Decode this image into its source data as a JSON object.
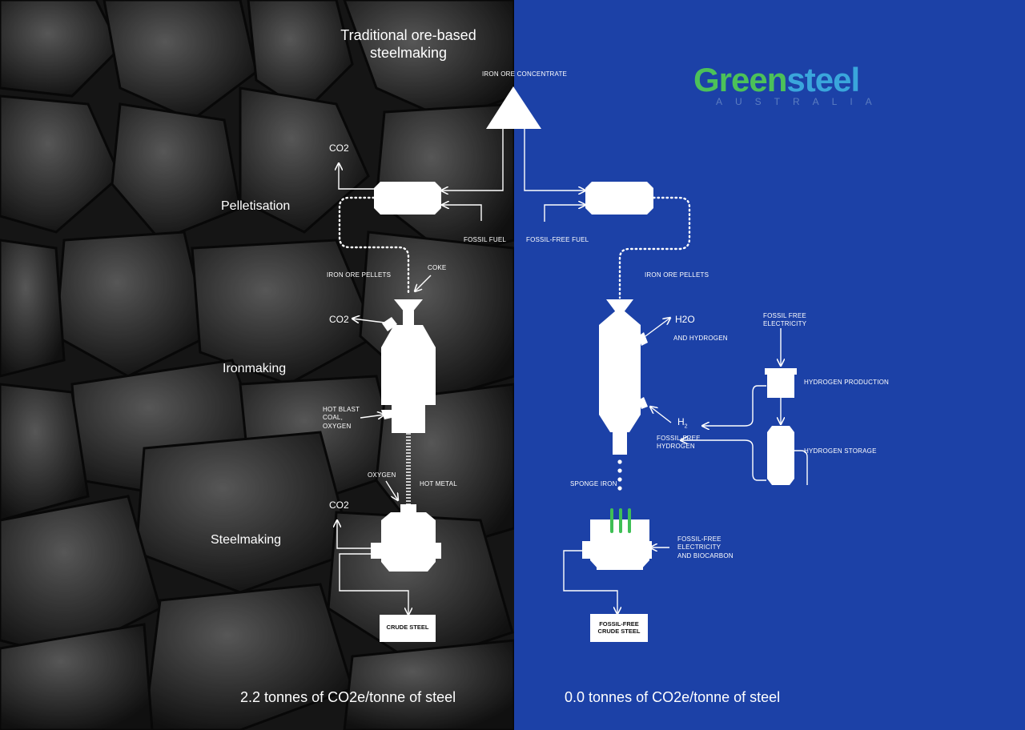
{
  "left_panel": {
    "title_line1": "Traditional ore-based",
    "title_line2": "steelmaking",
    "stage_pelletisation": "Pelletisation",
    "stage_ironmaking": "Ironmaking",
    "stage_steelmaking": "Steelmaking",
    "co2_pellet": "CO2",
    "co2_iron": "CO2",
    "co2_steel": "CO2",
    "fossil_fuel": "FOSSIL FUEL",
    "iron_ore_pellets": "IRON ORE PELLETS",
    "coke": "COKE",
    "hot_blast_1": "HOT BLAST",
    "hot_blast_2": "COAL,",
    "hot_blast_3": "OXYGEN",
    "oxygen": "OXYGEN",
    "hot_metal": "HOT METAL",
    "crude_steel": "CRUDE STEEL",
    "emissions": "2.2 tonnes of CO2e/tonne of steel"
  },
  "center": {
    "iron_ore_concentrate": "IRON ORE CONCENTRATE"
  },
  "right_panel": {
    "logo_green": "Green",
    "logo_steel": "steel",
    "logo_sub": "AUSTRALIA",
    "fossil_free_fuel": "FOSSIL-FREE FUEL",
    "iron_ore_pellets": "IRON ORE PELLETS",
    "h2o": "H2O",
    "and_hydrogen": "AND HYDROGEN",
    "fossil_free_electricity_1": "FOSSIL FREE",
    "fossil_free_electricity_2": "ELECTRICITY",
    "hydrogen_production": "HYDROGEN PRODUCTION",
    "hydrogen_storage": "HYDROGEN STORAGE",
    "h2_main": "H",
    "h2_sub": "2",
    "fossil_free_hydrogen_1": "FOSSIL-FREE",
    "fossil_free_hydrogen_2": "HYDROGEN",
    "sponge_iron": "SPONGE IRON",
    "eaf_input_1": "FOSSIL-FREE",
    "eaf_input_2": "ELECTRICITY",
    "eaf_input_3": "AND BIOCARBON",
    "crude_steel_1": "FOSSIL-FREE",
    "crude_steel_2": "CRUDE STEEL",
    "emissions": "0.0 tonnes of CO2e/tonne of steel"
  },
  "colors": {
    "left_bg": "#2a2a2a",
    "right_bg": "#1c41a7",
    "electrode_green": "#3fbf55",
    "logo_green": "#4cc159",
    "logo_blue": "#3aa6dc"
  }
}
